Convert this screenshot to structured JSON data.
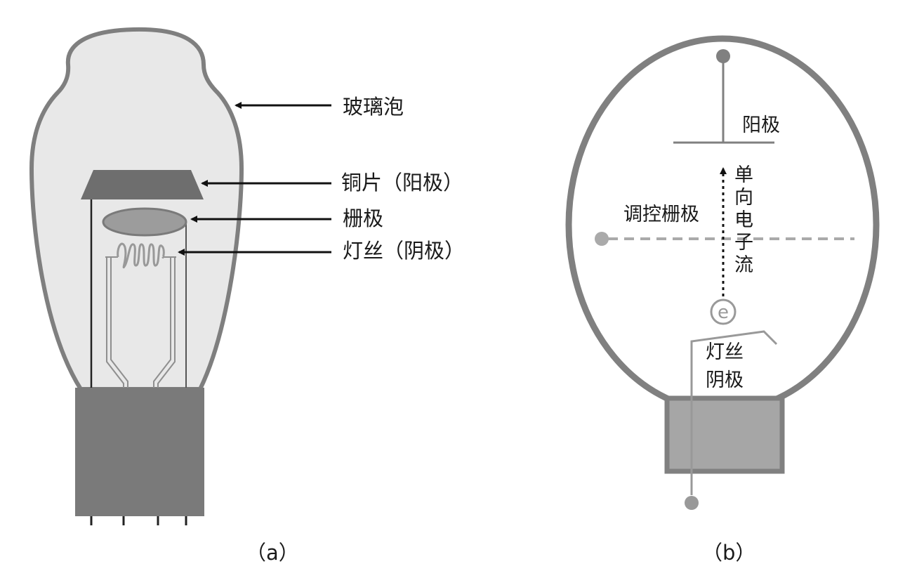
{
  "figure_a": {
    "caption": "（a）",
    "labels": {
      "glass_bulb": "玻璃泡",
      "copper_plate_anode": "铜片（阳极）",
      "grid": "栅极",
      "filament_cathode": "灯丝（阴极）"
    }
  },
  "figure_b": {
    "caption": "（b）",
    "labels": {
      "anode": "阳极",
      "control_grid": "调控栅极",
      "electron_flow": [
        "单",
        "向",
        "电",
        "子",
        "流"
      ],
      "electron_symbol": "e",
      "filament_line1": "灯丝",
      "filament_line2": "阴极"
    }
  },
  "colors": {
    "bulb_fill": "#e8e8e8",
    "bulb_stroke": "#7f7f7f",
    "base_dark": "#7a7a7a",
    "anode_plate": "#6e6e6e",
    "grid_ellipse": "#9c9c9c",
    "filament_wire": "#999999",
    "base_light": "#a6a6a6",
    "outline_b": "#808080",
    "arrow": "#111111"
  }
}
